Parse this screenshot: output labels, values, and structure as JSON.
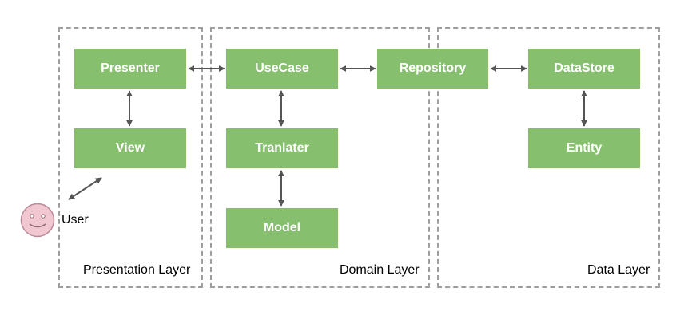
{
  "layers": {
    "presentation": "Presentation Layer",
    "domain": "Domain Layer",
    "data": "Data Layer"
  },
  "boxes": {
    "presenter": "Presenter",
    "view": "View",
    "usecase": "UseCase",
    "translater": "Tranlater",
    "model": "Model",
    "repository": "Repository",
    "datastore": "DataStore",
    "entity": "Entity"
  },
  "user": {
    "label": "User"
  },
  "colors": {
    "box_fill": "#86c06f",
    "box_text": "#ffffff",
    "border": "#9e9e9e",
    "arrow": "#555555",
    "face_fill": "#f1c8d2",
    "face_stroke": "#b98a98"
  },
  "icons": {
    "user": "smiley-face-icon"
  }
}
